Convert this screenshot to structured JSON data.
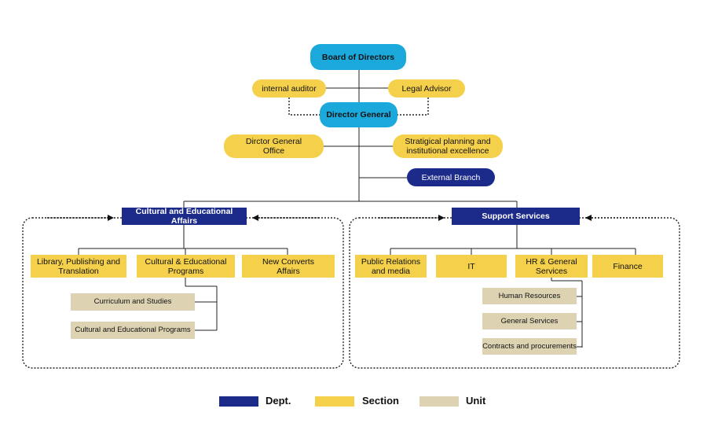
{
  "chart": {
    "board": "Board of Directors",
    "internal_auditor": "internal auditor",
    "legal_advisor": "Legal Advisor",
    "director_general": "Director General",
    "dg_office": "Dirctor General\nOffice",
    "strategic_planning": "Stratigical planning and\ninstitutional excellence",
    "external_branch": "External Branch",
    "cultural_dept": "Cultural and Educational Affairs",
    "support_dept": "Support Services",
    "library": "Library, Publishing and\nTranslation",
    "cultural_programs": "Cultural & Educational\nPrograms",
    "new_converts": "New Converts\nAffairs",
    "curriculum": "Curriculum and Studies",
    "cultural_programs_unit": "Cultural and Educational Programs",
    "public_relations": "Public Relations\nand media",
    "it": "IT",
    "hr_general": "HR & General\nServices",
    "finance": "Finance",
    "human_resources": "Human Resources",
    "general_services": "General Services",
    "contracts": "Contracts and procurements"
  },
  "legend": {
    "dept": "Dept.",
    "section": "Section",
    "unit": "Unit"
  },
  "colors": {
    "dept": "#1c2a8a",
    "section": "#f5d04a",
    "unit": "#ddd3b3",
    "top": "#1ba9dc"
  }
}
